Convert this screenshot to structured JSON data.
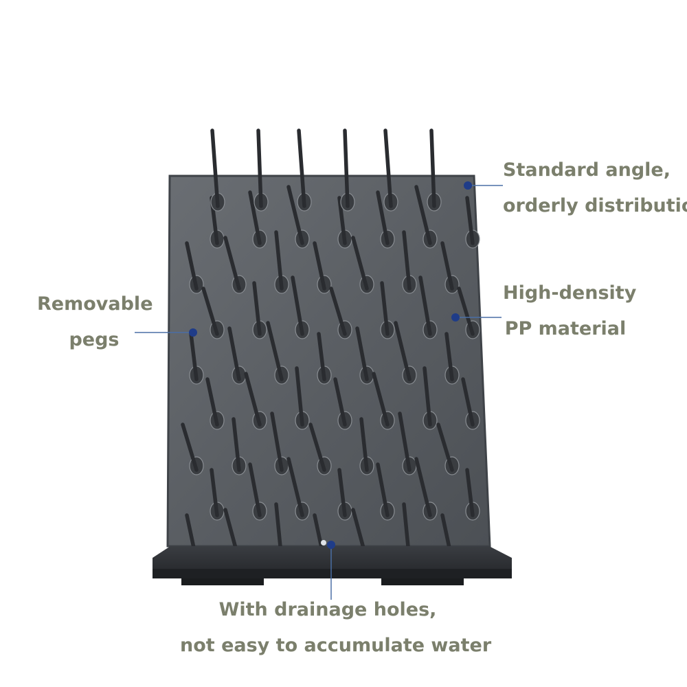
{
  "callouts": {
    "standard_angle": {
      "line1": "Standard angle,",
      "line2": "orderly distribution"
    },
    "high_density": {
      "line1": "High-density",
      "line2": "PP material"
    },
    "removable_pegs": {
      "line1": "Removable",
      "line2": "pegs"
    },
    "drainage": {
      "line1": "With drainage holes,",
      "line2": "not easy to accumulate water"
    }
  },
  "colors": {
    "label_text": "#7b7f6c",
    "leader_line": "#4a6fa5",
    "marker_dot": "#1f3c88",
    "board": "#5b5f64",
    "board_edge": "#3f4348",
    "peg": "#2a2c30",
    "tray": "#2f3236"
  },
  "rack": {
    "peg_rows": 8,
    "peg_cols": 7,
    "top_pegs": 6
  }
}
